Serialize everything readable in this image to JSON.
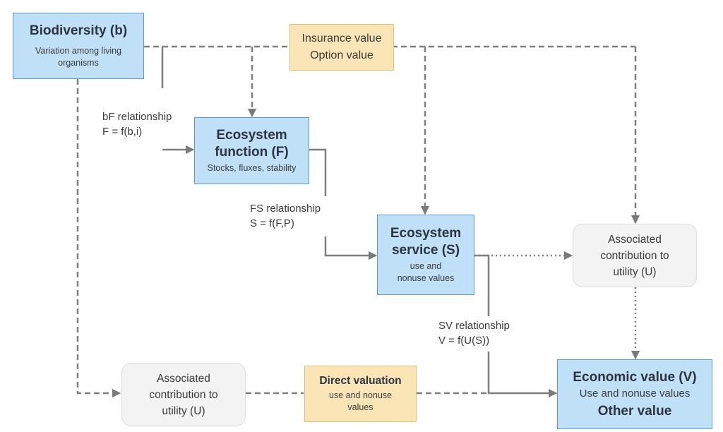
{
  "boxes": {
    "biodiversity": {
      "title": "Biodiversity (b)",
      "sub": "Variation among living organisms"
    },
    "insurance": {
      "line1": "Insurance value",
      "line2": "Option value"
    },
    "function": {
      "line1": "Ecosystem",
      "line2": "function (F)",
      "sub": "Stocks, fluxes, stability"
    },
    "service": {
      "line1": "Ecosystem",
      "line2": "service (S)",
      "sub1": "use and",
      "sub2": "nonuse values"
    },
    "utility_right": {
      "line1": "Associated",
      "line2": "contribution to",
      "line3": "utility (U)"
    },
    "utility_bottom": {
      "line1": "Associated",
      "line2": "contribution to",
      "line3": "utility (U)"
    },
    "direct": {
      "title": "Direct valuation",
      "sub1": "use and nonuse",
      "sub2": "values"
    },
    "economic": {
      "title": "Economic value (V)",
      "sub": "Use and nonuse values",
      "other": "Other value"
    }
  },
  "relationships": {
    "bf": {
      "name": "bF relationship",
      "formula": "F = f(b,i)"
    },
    "fs": {
      "name": "FS relationship",
      "formula": "S = f(F,P)"
    },
    "sv": {
      "name": "SV relationship",
      "formula": "V = f(U(S))"
    }
  }
}
